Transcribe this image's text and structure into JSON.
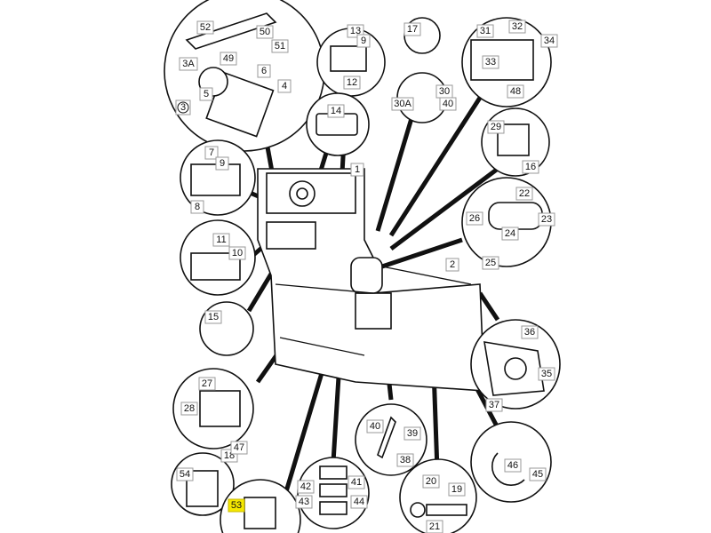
{
  "diagram": {
    "highlight_color": "#f5e800",
    "callouts": [
      "52",
      "50",
      "51",
      "49",
      "3A",
      "6",
      "4",
      "5",
      "3",
      "14",
      "13",
      "9",
      "12",
      "17",
      "30",
      "30A",
      "40",
      "32",
      "31",
      "34",
      "33",
      "48",
      "29",
      "16",
      "7",
      "9",
      "8",
      "22",
      "26",
      "23",
      "24",
      "25",
      "1",
      "11",
      "10",
      "2",
      "15",
      "36",
      "35",
      "37",
      "27",
      "28",
      "18",
      "47",
      "40",
      "39",
      "38",
      "46",
      "45",
      "54",
      "53",
      "42",
      "41",
      "43",
      "44",
      "20",
      "19",
      "21"
    ],
    "highlighted_callout": "53"
  }
}
